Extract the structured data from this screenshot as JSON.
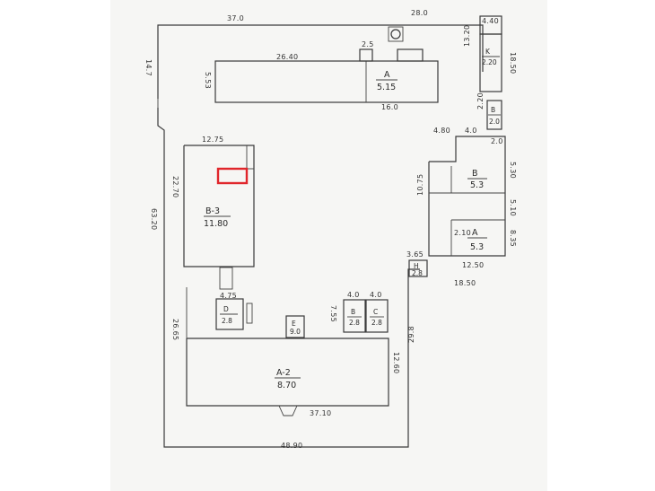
{
  "colors": {
    "paper": "#f6f6f4",
    "ink": "#3a3a3a",
    "highlight": "#e0262b"
  },
  "dims": {
    "top_left": "37.0",
    "top_right": "28.0",
    "corner_small": "4.40",
    "left_upper": "14.7",
    "upper_wing_length": "26.40",
    "upper_wing_height": "5.53",
    "upper_wing_bottom": "16.0",
    "upper_right_small": "2.5",
    "right_col_upper": "13.20",
    "right_col_mid": "18.50",
    "right_col_width": "2.20",
    "right_mid": "2.0",
    "b3_top": "12.75",
    "b3_height": "22.70",
    "left_long": "63.20",
    "lower_left": "26.65",
    "a2_right": "12.60",
    "a2_bottom": "37.10",
    "right_long": "29.8",
    "bottom_total": "48.90",
    "small_box_top": "4.75",
    "e_room_top_a": "4.0",
    "e_room_top_b": "4.0",
    "east_top_a": "4.80",
    "east_top_b": "4.0",
    "east_left_a": "10.75",
    "east_right_a": "5.30",
    "east_right_b": "5.10",
    "east_right_c": "8.35",
    "east_inner": "2.10",
    "east_bottom_a": "12.50",
    "east_bottom_b": "18.50",
    "side_offset": "3.65",
    "small_c": "7.55"
  },
  "rooms": {
    "b3": {
      "name": "B-3",
      "area": "11.80"
    },
    "a2": {
      "name": "A-2",
      "area": "8.70"
    },
    "upper": {
      "name": "A",
      "area": "5.15"
    },
    "right_small": {
      "name": "K",
      "area": "2.20"
    },
    "east_upper": {
      "name": "B",
      "area": "5.3"
    },
    "east_lower": {
      "name": "A",
      "area": "5.3"
    },
    "d1": {
      "name": "D",
      "area": "2.8"
    },
    "b_small": {
      "name": "B",
      "area": "2.8"
    },
    "c_small": {
      "name": "C",
      "area": "2.8"
    },
    "e_small": {
      "name": "E",
      "area": "9.0"
    },
    "h_small": {
      "name": "H",
      "area": "2.8"
    },
    "bath": {
      "name": "B",
      "area": "2.0"
    }
  }
}
